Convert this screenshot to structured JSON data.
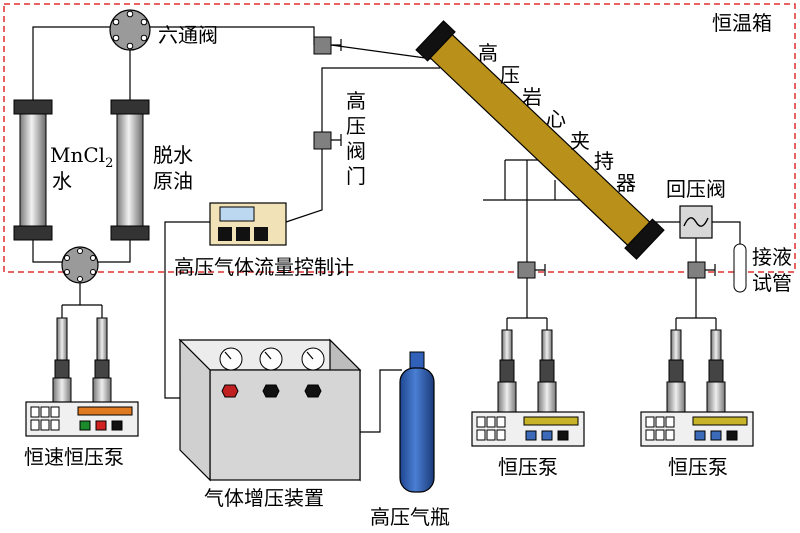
{
  "labels": {
    "oven": "恒温箱",
    "six_way_valve": "六通阀",
    "mncl2_prefix": "MnCl",
    "mncl2_sub": "2",
    "mncl2_water": "水",
    "crude_line1": "脱水",
    "crude_line2": "原油",
    "hp_valve": [
      "高",
      "压",
      "阀",
      "门"
    ],
    "core_holder": [
      "高",
      "压",
      "岩",
      "心",
      "夹",
      "持",
      "器"
    ],
    "back_pressure_valve": "回压阀",
    "collector_line1": "接液",
    "collector_line2": "试管",
    "gas_flow_controller": "高压气体流量控制计",
    "constant_speed_pump": "恒速恒压泵",
    "pump_a": "恒压泵",
    "pump_b": "恒压泵",
    "gas_booster": "气体增压装置",
    "gas_cylinder": "高压气瓶"
  },
  "colors": {
    "oven_border": "#e03030",
    "core_holder_body": "#b8901a",
    "cylinder": "#3060b8",
    "booster_body": "#d6d6d6",
    "valve": "#808080",
    "pump_panel": "#f0f0f0",
    "screen": "#bcd8f0"
  }
}
